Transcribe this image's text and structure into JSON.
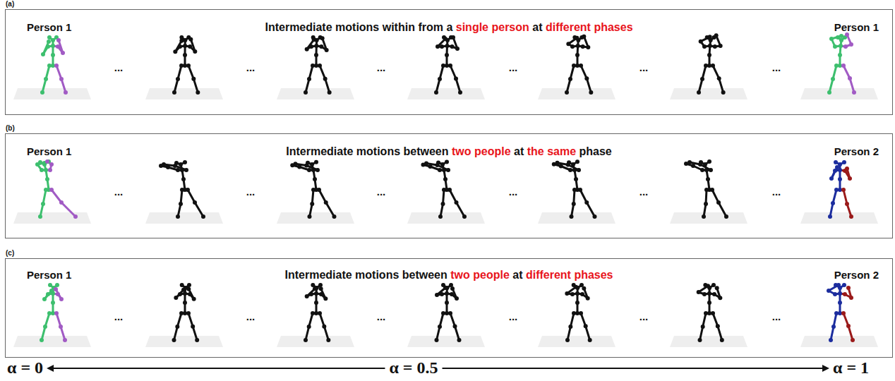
{
  "diagram": {
    "nodes": [
      {
        "text": [
          "(a)",
          "Person 1",
          "Intermediate motions within from a single person at different phases",
          "Person 1"
        ]
      },
      {
        "text": [
          "(b)",
          "Person 1",
          "Intermediate motions between two people at the same phase",
          "Person 2"
        ]
      },
      {
        "text": [
          "(c)",
          "Person 1",
          "Intermediate motions between two people at different phases",
          "Person 2"
        ]
      }
    ],
    "edges": [],
    "labels": [
      "...",
      "...",
      "...",
      "...",
      "...",
      "...",
      "...",
      "...",
      "...",
      "...",
      "...",
      "...",
      "...",
      "...",
      "...",
      "...",
      "...",
      "...",
      "α = 0",
      "α = 0.5",
      "α = 1"
    ]
  }
}
